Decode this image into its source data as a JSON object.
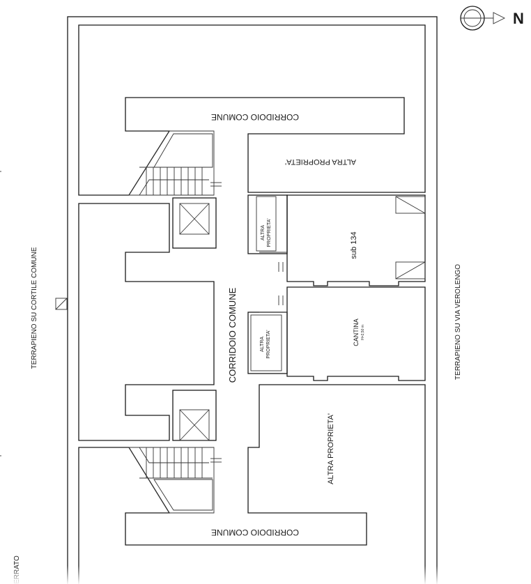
{
  "labels": {
    "corridor_top": "CORRIDOIO COMUNE",
    "corridor_bottom": "CORRIDOIO COMUNE",
    "corridor_main": "CORRIDOIO COMUNE",
    "other_property_top": "ALTRA PROPRIETA'",
    "other_property_bottom": "ALTRA PROPRIETA'",
    "small_other_1_a": "ALTRA",
    "small_other_1_b": "PROPRIETA'",
    "small_other_2_a": "ALTRA",
    "small_other_2_b": "PROPRIETA'",
    "sub_unit": "sub 134",
    "cellar": "CANTINA",
    "cellar_height": "H=2,50 m",
    "left_side": "TERRAPIENO SU CORTILE COMUNE",
    "right_side": "TERRAPIENO SU VIA VEROLENGO",
    "floor_partial": "ERRATO",
    "north": "N"
  }
}
